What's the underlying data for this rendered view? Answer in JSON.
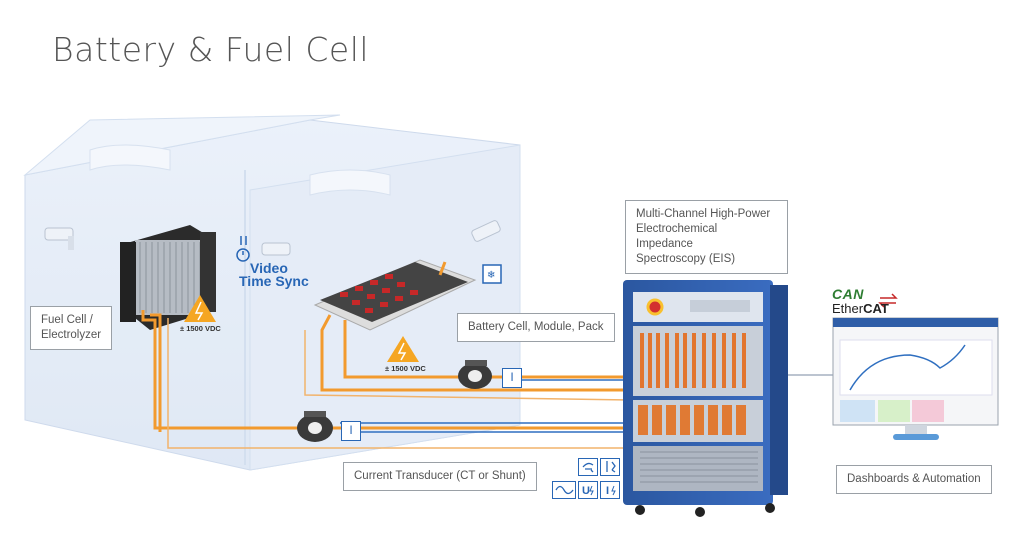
{
  "title": "Battery & Fuel Cell",
  "labels": {
    "fuel_cell_line1": "Fuel Cell /",
    "fuel_cell_line2": "Electrolyzer",
    "battery": "Battery Cell, Module, Pack",
    "eis_line1": "Multi-Channel High-Power",
    "eis_line2": "Electrochemical Impedance",
    "eis_line3": "Spectroscopy (EIS)",
    "current_transducer": "Current Transducer (CT or Shunt)",
    "dashboards": "Dashboards & Automation"
  },
  "video_sync": {
    "line1": "Video",
    "line2": "Time Sync"
  },
  "high_voltage": {
    "fuel_cell": "± 1500 VDC",
    "battery": "± 1500 VDC"
  },
  "protocols": {
    "can": "CAN",
    "ethercat_prefix": "Ether",
    "ethercat_suffix": "CAT"
  },
  "transducer_symbol": "I",
  "signal_icons": [
    "current-clamp-icon",
    "strain-gauge-icon",
    "sine-wave-icon",
    "voltage-input-icon",
    "current-input-icon"
  ],
  "colors": {
    "orange_cable": "#f29a2e",
    "blue_cable": "#2f6fc0",
    "rack_blue": "#2f5ea8",
    "accent": "#2866b5"
  }
}
